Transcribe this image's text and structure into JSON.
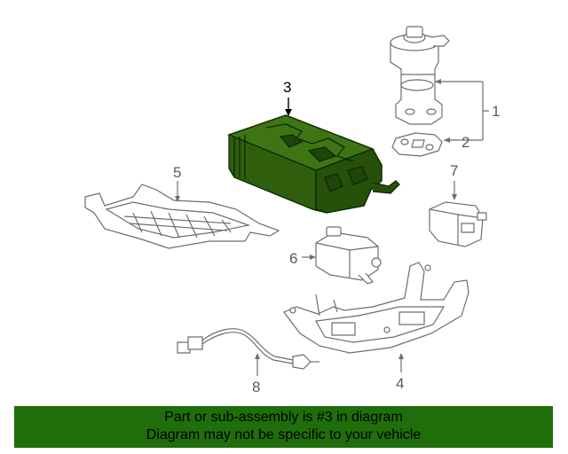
{
  "colors": {
    "highlight_fill": "#2f5e0d",
    "highlight_stroke": "#0b2a02",
    "part_stroke": "#6d6d6d",
    "footer_bg": "#1f6e0b",
    "label_gray": "#5a5a5a",
    "label_black": "#000000"
  },
  "callouts": {
    "c1": "1",
    "c2": "2",
    "c3": "3",
    "c4": "4",
    "c5": "5",
    "c6": "6",
    "c7": "7",
    "c8": "8"
  },
  "footer": {
    "line1": "Part or sub-assembly is #3 in diagram",
    "line2": "Diagram may not be specific to your vehicle"
  }
}
